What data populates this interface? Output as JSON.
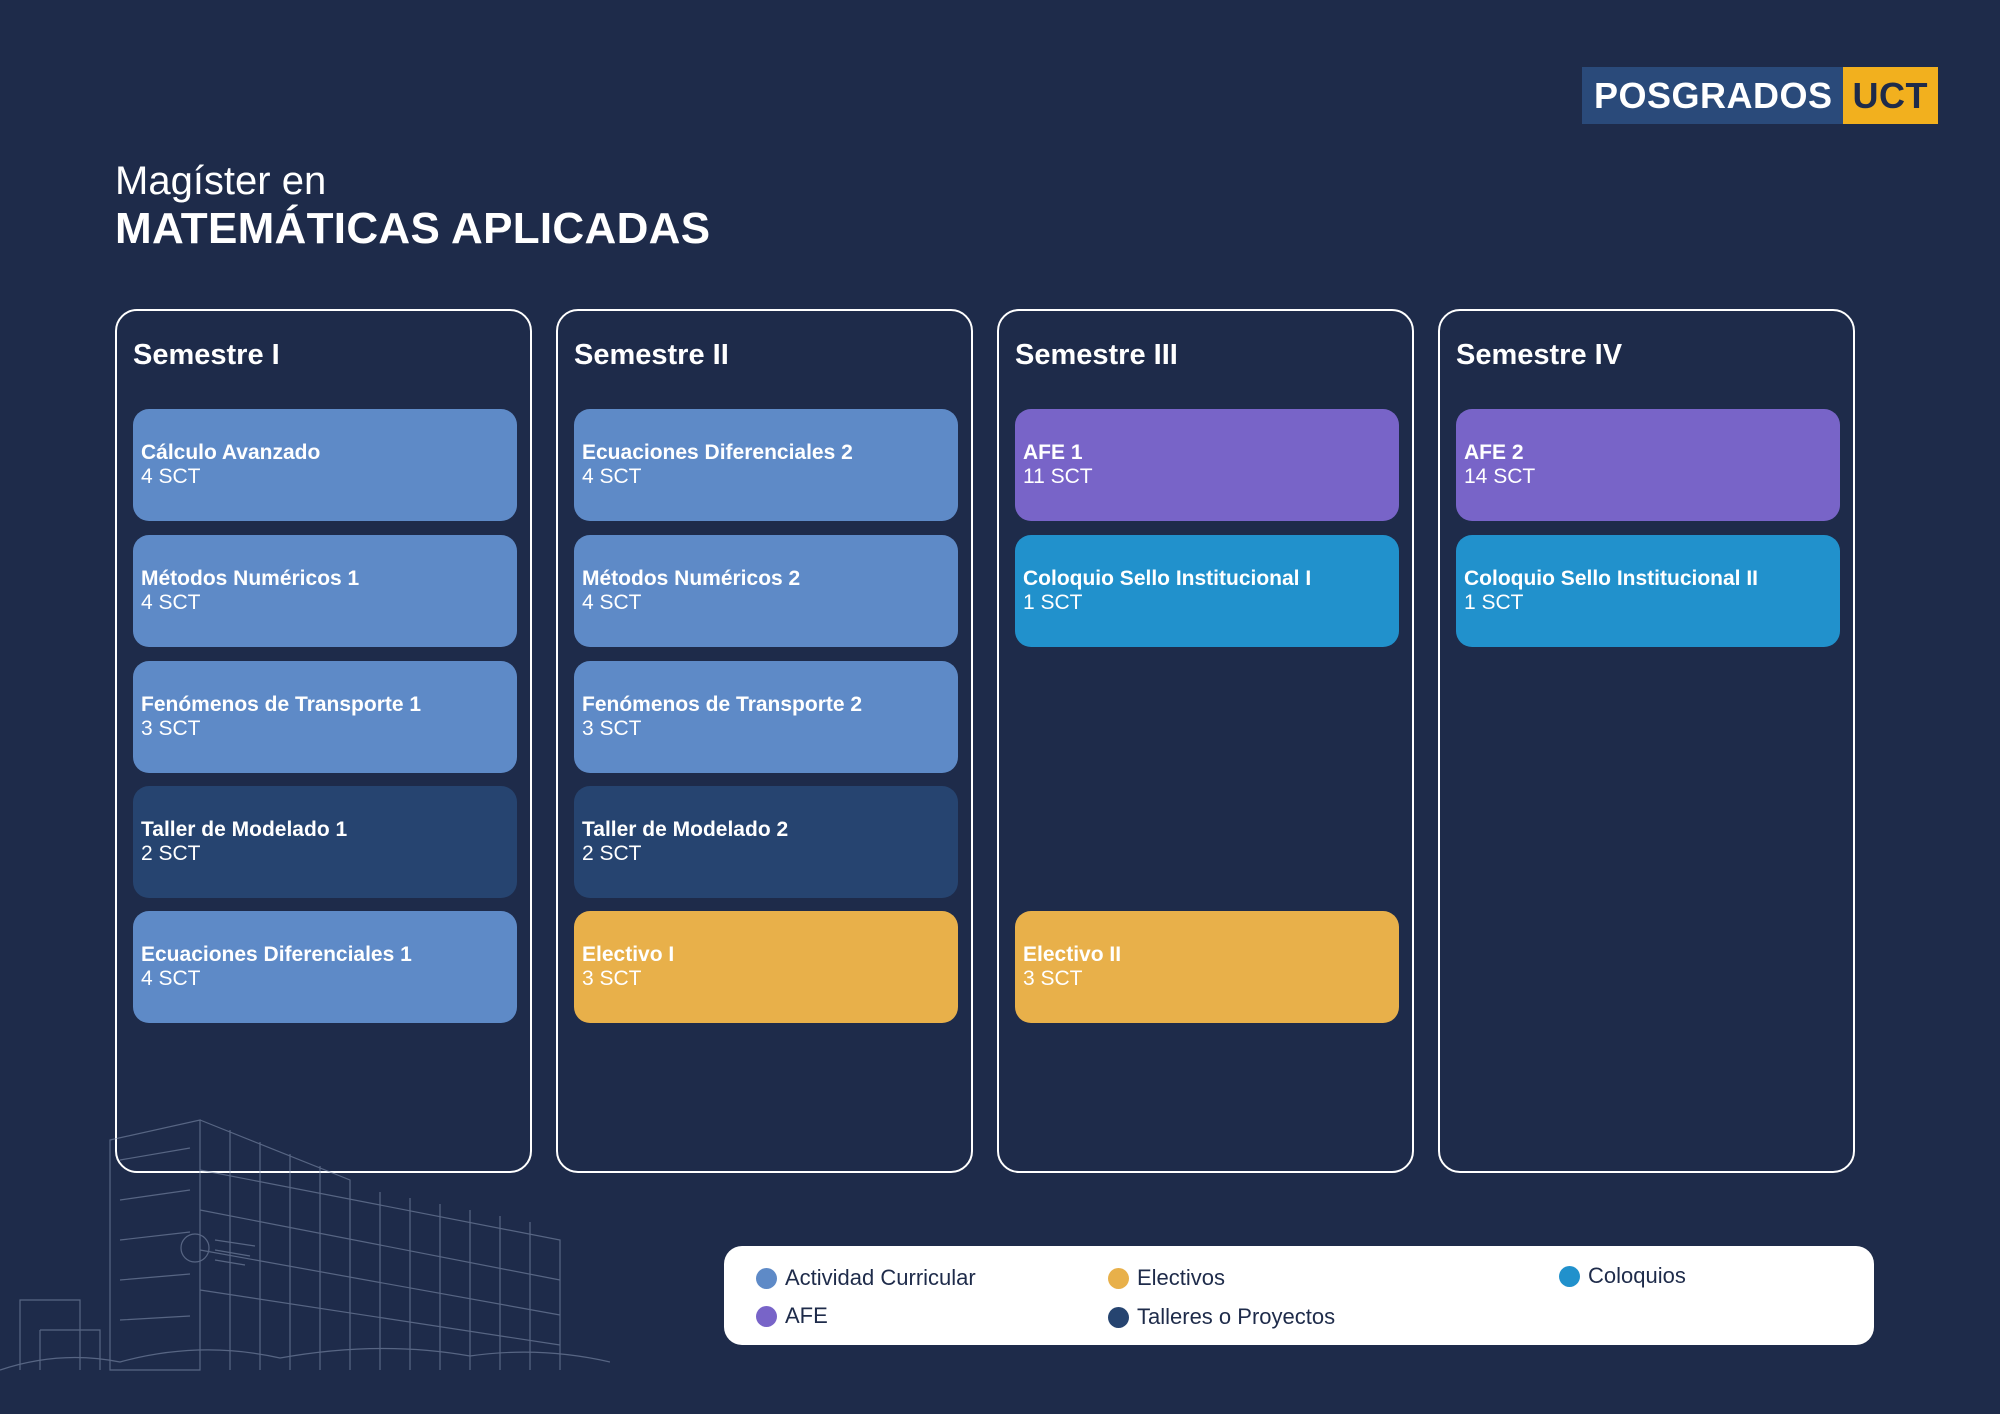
{
  "logo": {
    "part1": "POSGRADOS",
    "part2": "UCT"
  },
  "title": {
    "line1": "Magíster en",
    "line2": "MATEMÁTICAS APLICADAS"
  },
  "colors": {
    "background": "#1e2b4a",
    "curricular": "#5e8ac7",
    "talleres": "#264470",
    "afe": "#7864c8",
    "coloquios": "#2191cc",
    "electivos": "#e8b04a"
  },
  "semesters": [
    {
      "title": "Semestre I",
      "courses": [
        {
          "name": "Cálculo Avanzado",
          "credits": "4 SCT",
          "type": "curricular"
        },
        {
          "name": "Métodos Numéricos 1",
          "credits": "4 SCT",
          "type": "curricular"
        },
        {
          "name": "Fenómenos de Transporte 1",
          "credits": "3 SCT",
          "type": "curricular"
        },
        {
          "name": "Taller de Modelado 1",
          "credits": "2 SCT",
          "type": "talleres"
        },
        {
          "name": "Ecuaciones Diferenciales 1",
          "credits": "4 SCT",
          "type": "curricular"
        }
      ]
    },
    {
      "title": "Semestre II",
      "courses": [
        {
          "name": "Ecuaciones Diferenciales 2",
          "credits": "4 SCT",
          "type": "curricular"
        },
        {
          "name": "Métodos Numéricos 2",
          "credits": "4 SCT",
          "type": "curricular"
        },
        {
          "name": "Fenómenos de Transporte 2",
          "credits": "3 SCT",
          "type": "curricular"
        },
        {
          "name": "Taller de Modelado 2",
          "credits": "2 SCT",
          "type": "talleres"
        },
        {
          "name": "Electivo I",
          "credits": "3 SCT",
          "type": "electivos"
        }
      ]
    },
    {
      "title": "Semestre III",
      "courses": [
        {
          "name": "AFE 1",
          "credits": "11 SCT",
          "type": "afe"
        },
        {
          "name": "Coloquio Sello Institucional I",
          "credits": "1 SCT",
          "type": "coloquios"
        },
        {
          "name": "Electivo II",
          "credits": "3 SCT",
          "type": "electivos"
        }
      ]
    },
    {
      "title": "Semestre IV",
      "courses": [
        {
          "name": "AFE 2",
          "credits": "14 SCT",
          "type": "afe"
        },
        {
          "name": "Coloquio Sello Institucional II",
          "credits": "1 SCT",
          "type": "coloquios"
        }
      ]
    }
  ],
  "legend": {
    "curricular": "Actividad Curricular",
    "afe": "AFE",
    "electivos": "Electivos",
    "talleres": "Talleres o Proyectos",
    "coloquios": "Coloquios"
  }
}
